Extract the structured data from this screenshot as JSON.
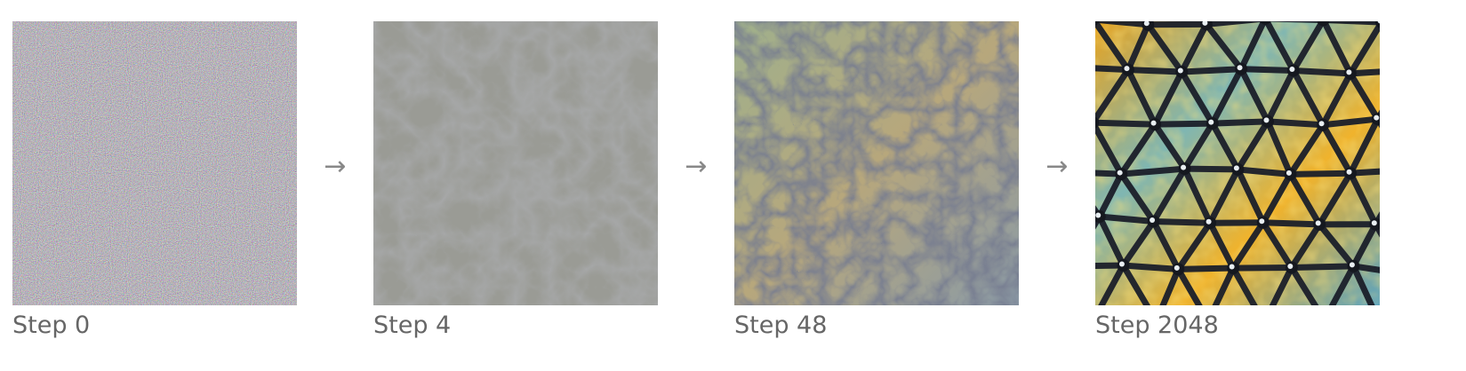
{
  "steps": [
    {
      "label": "Step 0",
      "stage": "noise"
    },
    {
      "label": "Step 4",
      "stage": "faint"
    },
    {
      "label": "Step 48",
      "stage": "emerging"
    },
    {
      "label": "Step 2048",
      "stage": "vivid"
    }
  ],
  "arrow_glyph": "→",
  "colors": {
    "label_text": "#666666",
    "arrow": "#888888",
    "noise_base": "#8f8a89",
    "faint_base": "#9a9b95",
    "emerging_base": "#8e9a86",
    "vivid_base": "#e0a22a",
    "mesh_dark": "#1b1f2a"
  }
}
